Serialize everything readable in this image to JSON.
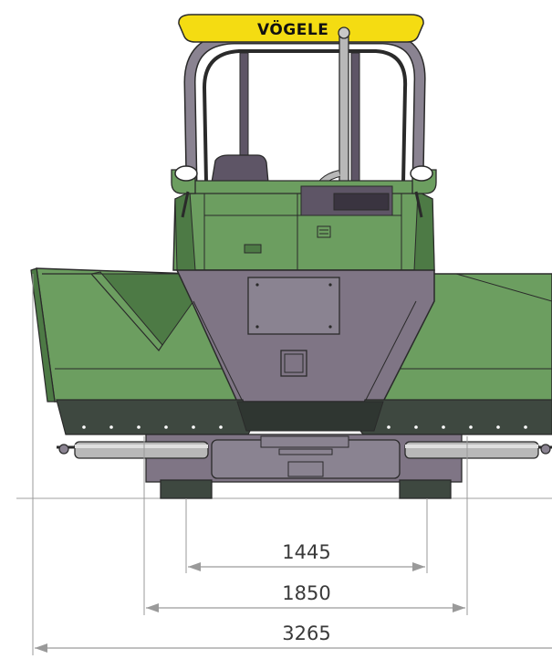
{
  "brand": {
    "name": "VÖGELE"
  },
  "dimensions": [
    {
      "id": "track-gauge",
      "value": "1445"
    },
    {
      "id": "track-outer-width",
      "value": "1850"
    },
    {
      "id": "hopper-width",
      "value": "3265"
    }
  ],
  "colors": {
    "body_green": "#6c9e60",
    "dark_green": "#4d7a45",
    "body_purple": "#7f7585",
    "dark_purple": "#5e5566",
    "canopy_yellow": "#f4dc12",
    "rail": "#8a8391",
    "dimension_line": "#9a9a9a",
    "outline": "#2a2a2a"
  }
}
